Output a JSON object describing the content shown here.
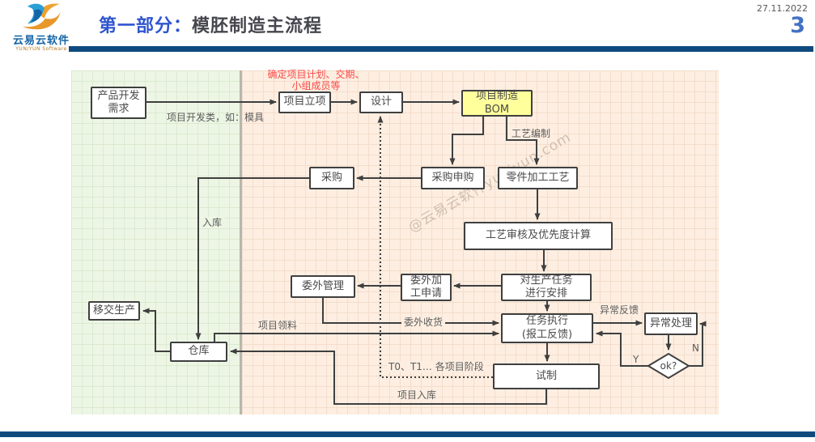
{
  "header": {
    "logo": {
      "name": "云易云软件",
      "subtitle": "YUN/YUN Software"
    },
    "title_prefix": "第一部分：",
    "title_main": "模胚制造主流程",
    "date": "27.11.2022",
    "page_number": "3"
  },
  "watermark": "@云易云软件yuniyun.com",
  "flowchart": {
    "nodes": {
      "product_demand": "产品开发\n需求",
      "project_approval": "项目立项",
      "design": "设计",
      "project_bom": "项目制造\nBOM",
      "purchase_request": "采购申购",
      "part_process": "零件加工工艺",
      "purchase": "采购",
      "process_review": "工艺审核及优先度计算",
      "task_arrange": "对生产任务\n进行安排",
      "outsource_request": "委外加\n工申请",
      "outsource_mgmt": "委外管理",
      "task_exec": "任务执行\n(报工反馈)",
      "exception": "异常处理",
      "ok_decision": "ok?",
      "trial": "试制",
      "warehouse": "仓库",
      "handover": "移交生产"
    },
    "labels": {
      "plan_note": "确定项目计划、交期、\n小组成员等",
      "dev_type": "项目开发类，如：模具",
      "process_compile": "工艺编制",
      "inbound": "入库",
      "outsource_receive": "委外收货",
      "material_pick": "项目领料",
      "exception_feedback": "异常反馈",
      "yes": "Y",
      "no": "N",
      "trial_stages": "T0、T1… 各项目阶段",
      "project_inbound": "项目入库"
    }
  },
  "colors": {
    "title_accent": "#2f55cf",
    "bar_navy": "#0f4a7e",
    "page_number_blue": "#4472c4",
    "note_red": "#fb4a4a",
    "bom_yellow": "#ffff9c",
    "zone_green": "#edf6e5",
    "zone_pink": "#fdeee1"
  }
}
